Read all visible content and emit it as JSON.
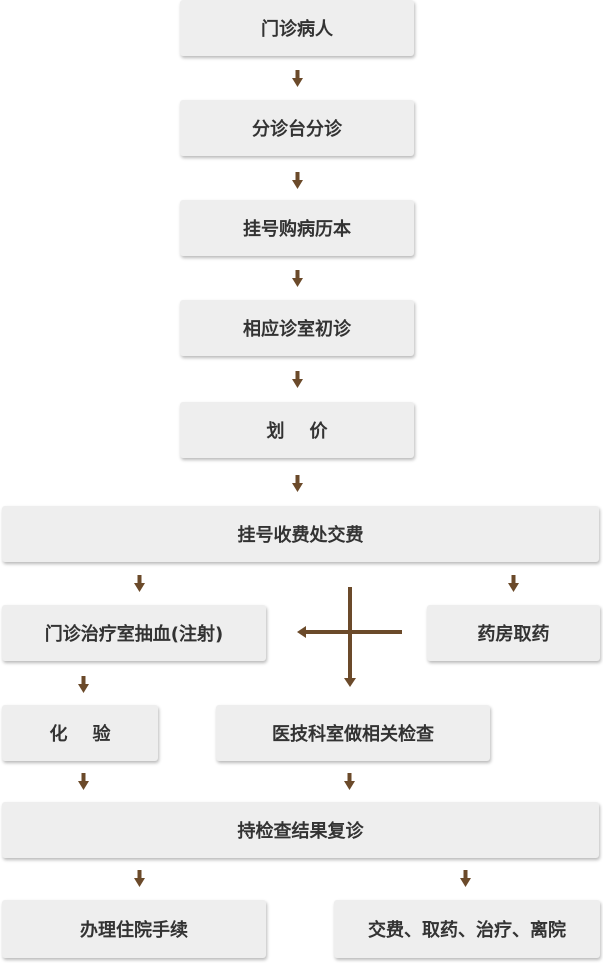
{
  "flow": {
    "steps": {
      "outpatient": "门诊病人",
      "triage": "分诊台分诊",
      "registration": "挂号购病历本",
      "initial_visit": "相应诊室初诊",
      "pricing": "划    价",
      "payment": "挂号收费处交费",
      "blood_draw": "门诊治疗室抽血(注射)",
      "pharmacy": "药房取药",
      "lab_test": "化    验",
      "exam": "医技科室做相关检查",
      "revisit": "持检查结果复诊",
      "admission": "办理住院手续",
      "discharge": "交费、取药、治疗、离院"
    }
  },
  "colors": {
    "box_fill": "#eeeeee",
    "text": "#333333",
    "arrow": "#6b4a2a"
  },
  "icons": {
    "connector": "arrow-down-icon",
    "cross": "cross-arrow-icon"
  }
}
